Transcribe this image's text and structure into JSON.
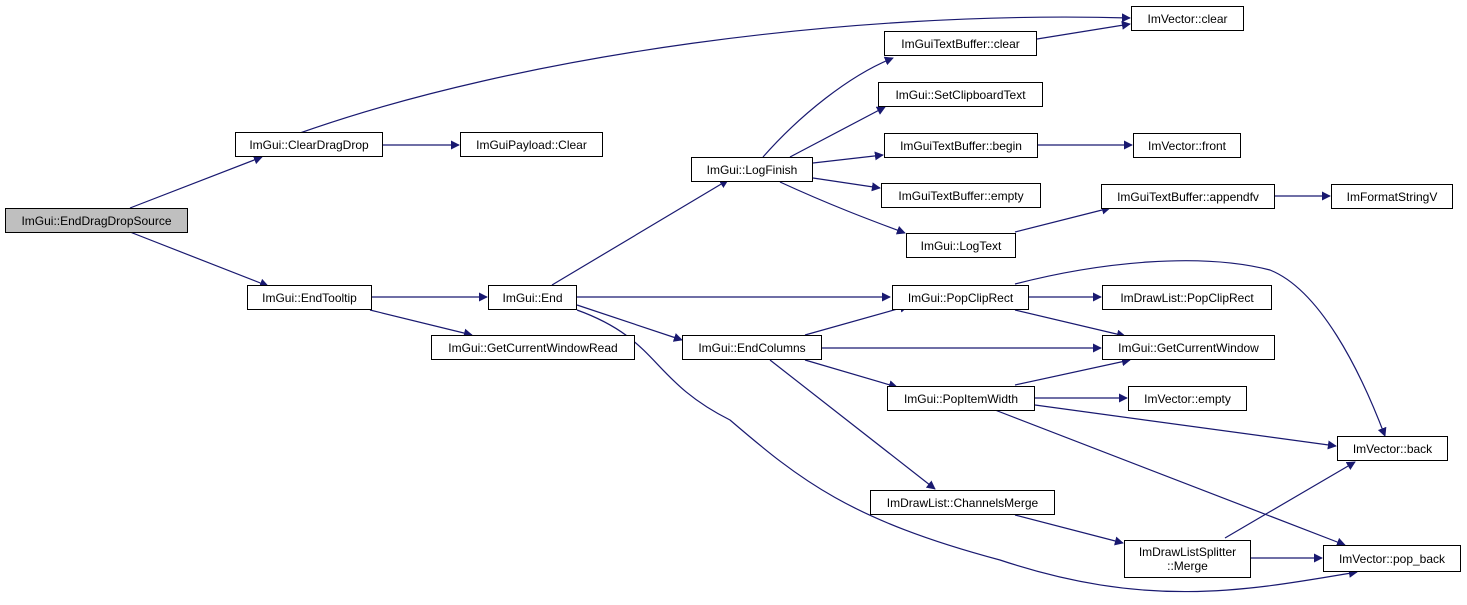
{
  "colors": {
    "edge": "#191970",
    "border": "#000000",
    "root_fill": "#bfbfbf",
    "node_fill": "#ffffff"
  },
  "nodes": {
    "end_drag_drop_source": "ImGui::EndDragDropSource",
    "clear_drag_drop": "ImGui::ClearDragDrop",
    "payload_clear": "ImGuiPayload::Clear",
    "end_tooltip": "ImGui::EndTooltip",
    "get_current_window_read": "ImGui::GetCurrentWindowRead",
    "end": "ImGui::End",
    "log_finish": "ImGui::LogFinish",
    "text_buffer_clear": "ImGuiTextBuffer::clear",
    "set_clipboard_text": "ImGui::SetClipboardText",
    "text_buffer_begin": "ImGuiTextBuffer::begin",
    "text_buffer_empty": "ImGuiTextBuffer::empty",
    "log_text": "ImGui::LogText",
    "vector_clear": "ImVector::clear",
    "vector_front": "ImVector::front",
    "text_buffer_appendfv": "ImGuiTextBuffer::appendfv",
    "format_string_v": "ImFormatStringV",
    "pop_clip_rect": "ImGui::PopClipRect",
    "draw_list_pop_clip_rect": "ImDrawList::PopClipRect",
    "end_columns": "ImGui::EndColumns",
    "get_current_window": "ImGui::GetCurrentWindow",
    "pop_item_width": "ImGui::PopItemWidth",
    "vector_empty": "ImVector::empty",
    "vector_back": "ImVector::back",
    "channels_merge": "ImDrawList::ChannelsMerge",
    "splitter_merge": "ImDrawListSplitter\n::Merge",
    "vector_pop_back": "ImVector::pop_back"
  }
}
